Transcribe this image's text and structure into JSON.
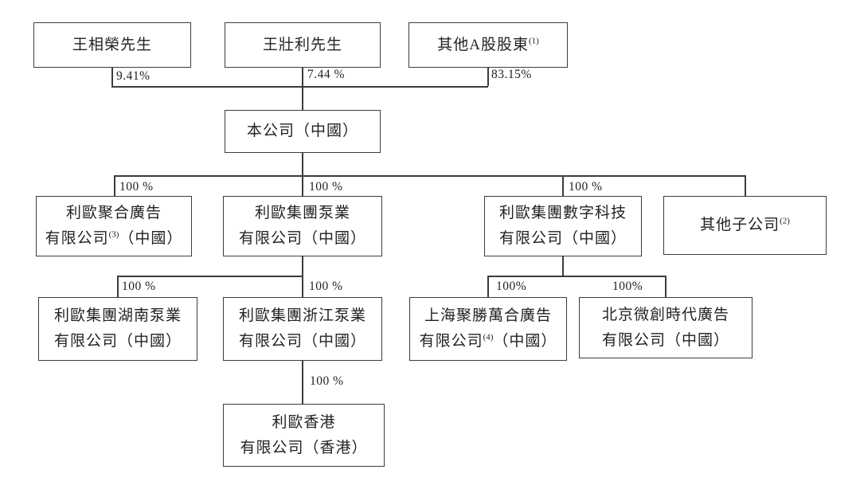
{
  "figure": {
    "type": "shareholding-structure-chart",
    "background": "#ffffff",
    "line_color": "#3c3c3c",
    "text_color": "#222222"
  },
  "nodes": {
    "wang_xiangrong": {
      "line1": "王相榮先生"
    },
    "wang_zhuangli": {
      "line1": "王壯利先生"
    },
    "other_a_shareholders": {
      "line1a": "其他A股股東",
      "line1sup": "(1)"
    },
    "company": {
      "line1": "本公司（中國）"
    },
    "juhe_ad": {
      "line1": "利歐聚合廣告",
      "line2a": "有限公司",
      "line2sup": "(3)",
      "line2b": "（中國）"
    },
    "group_pump": {
      "line1": "利歐集團泵業",
      "line2": "有限公司（中國）"
    },
    "digital_tech": {
      "line1": "利歐集團數字科技",
      "line2": "有限公司（中國）"
    },
    "other_subsidiaries": {
      "line1a": "其他子公司",
      "line1sup": "(2)"
    },
    "hunan_pump": {
      "line1": "利歐集團湖南泵業",
      "line2": "有限公司（中國）"
    },
    "zhejiang_pump": {
      "line1": "利歐集團浙江泵業",
      "line2": "有限公司（中國）"
    },
    "shanghai_jusheng": {
      "line1": "上海聚勝萬合廣告",
      "line2a": "有限公司",
      "line2sup": "(4)",
      "line2b": "（中國）"
    },
    "beijing_weichuang": {
      "line1": "北京微創時代廣告",
      "line2": "有限公司（中國）"
    },
    "lieou_hongkong": {
      "line1": "利歐香港",
      "line2": "有限公司（香港）"
    }
  },
  "ownership": {
    "wang_xiangrong": "9.41%",
    "wang_zhuangli": "7.44 %",
    "other_a_shareholders": "83.15%",
    "juhe_ad": "100 %",
    "group_pump": "100 %",
    "digital_tech": "100 %",
    "hunan_pump": "100 %",
    "zhejiang_pump": "100 %",
    "shanghai_jusheng": "100%",
    "beijing_weichuang": "100%",
    "lieou_hongkong": "100 %"
  }
}
